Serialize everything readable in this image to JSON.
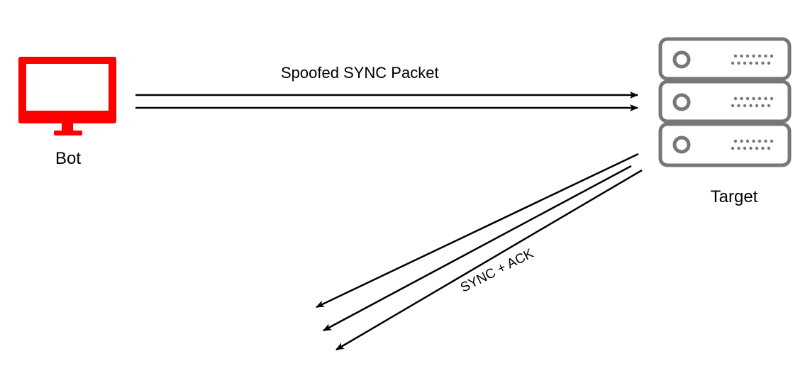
{
  "nodes": {
    "bot": {
      "label": "Bot",
      "icon": "monitor-icon",
      "color": "#ff0000"
    },
    "target": {
      "label": "Target",
      "icon": "server-rack-icon",
      "color": "#777777"
    }
  },
  "edges": {
    "spoofed": {
      "label": "Spoofed SYNC Packet",
      "from": "Bot",
      "to": "Target",
      "count": 2
    },
    "synack": {
      "label": "SYNC + ACK",
      "from": "Target",
      "count": 3
    }
  }
}
